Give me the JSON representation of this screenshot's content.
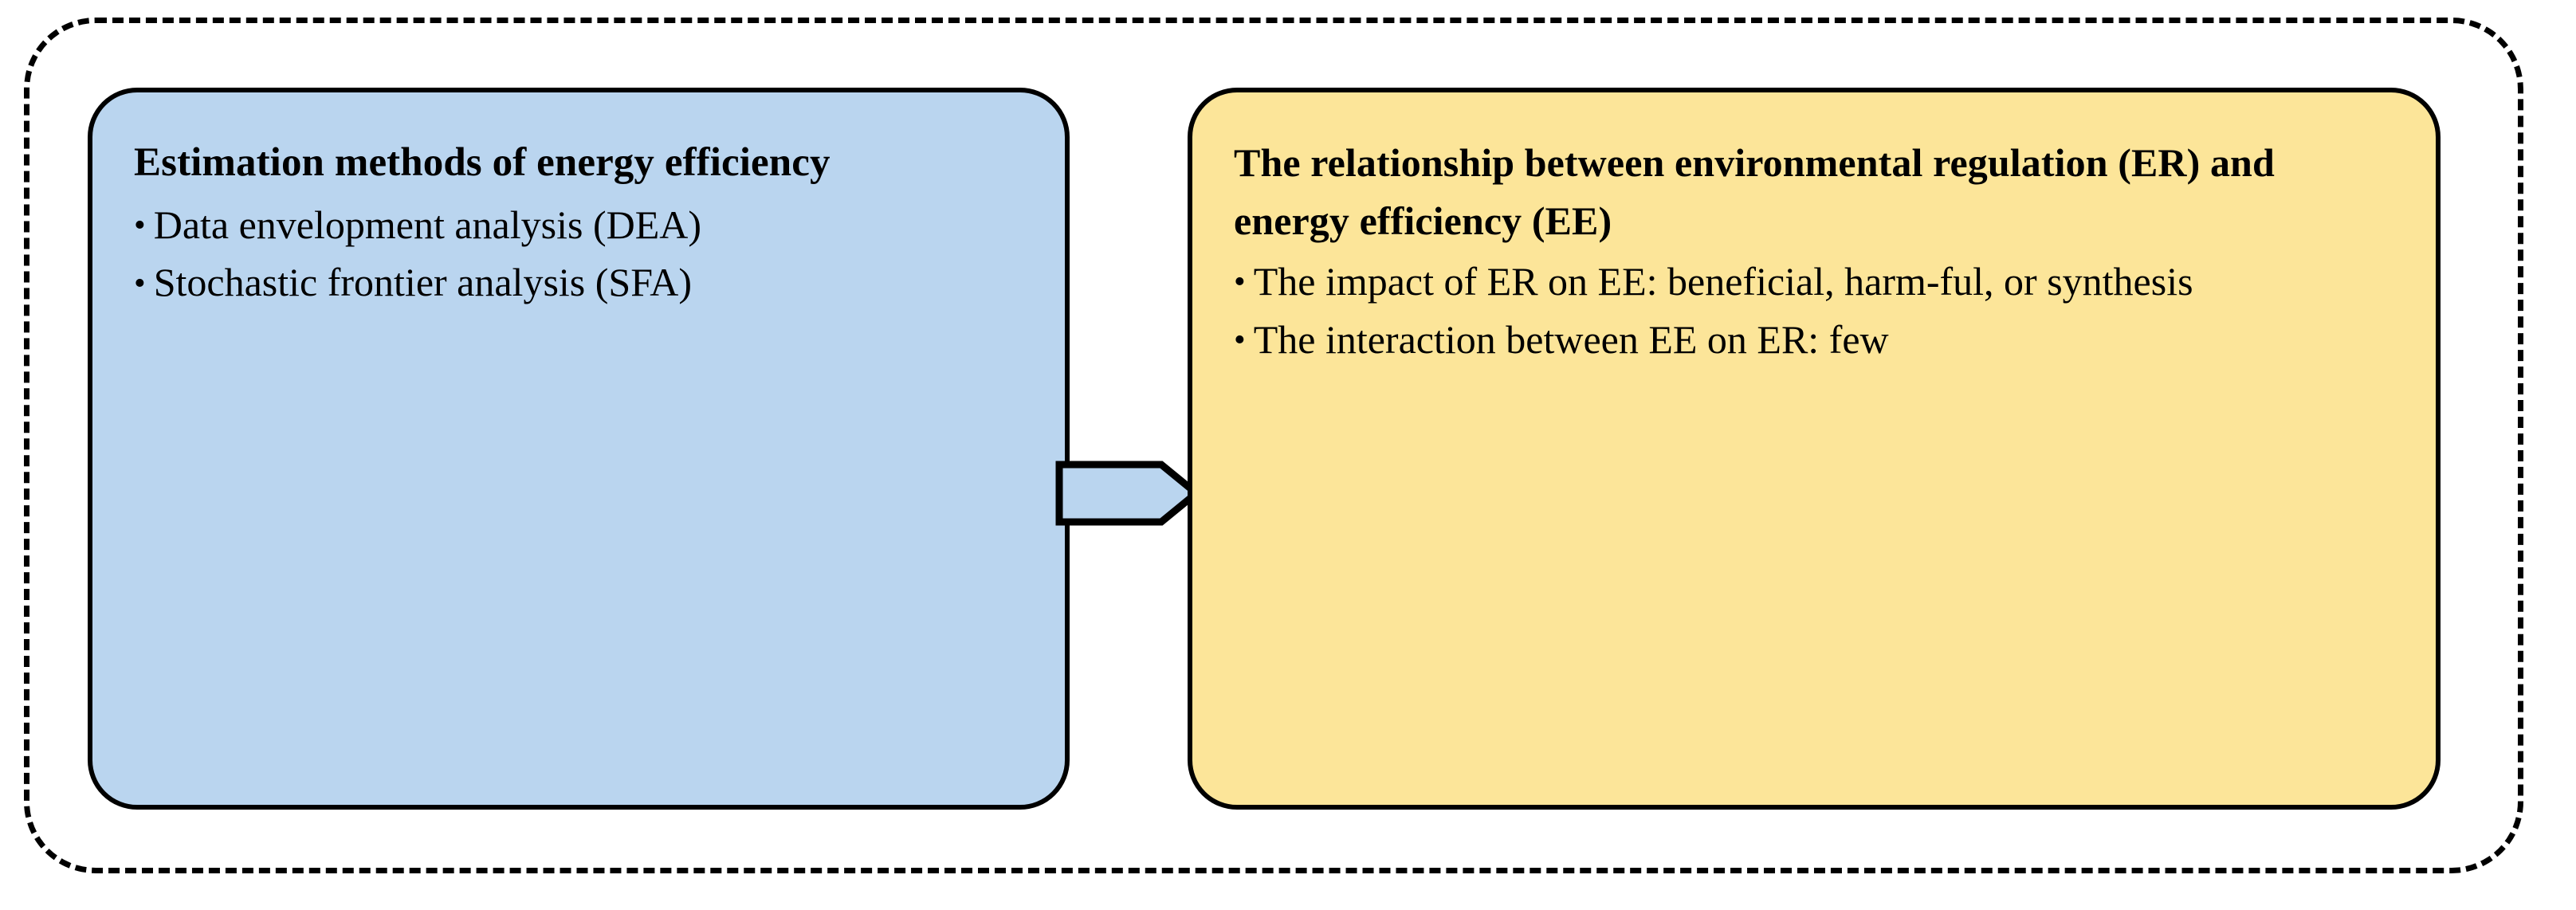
{
  "diagram": {
    "type": "two-node-flow",
    "outer_container": {
      "name": "dashed-grouping-frame",
      "border_style": "dashed",
      "border_color": "#000000"
    },
    "colors": {
      "left_box_fill": "#BAD5EF",
      "right_box_fill": "#FCE599",
      "outline": "#000000",
      "arrow_fill": "#BAD5EF",
      "background": "#FFFFFF"
    },
    "nodes": [
      {
        "id": "estimation-methods",
        "title": "Estimation methods of energy efficiency",
        "fill": "#BAD5EF",
        "bullets": [
          "Data envelopment analysis (DEA)",
          "Stochastic frontier analysis (SFA)"
        ]
      },
      {
        "id": "er-ee-relationship",
        "title": "The relationship between environmental regulation (ER) and energy efficiency (EE)",
        "fill": "#FCE599",
        "bullets": [
          "The impact of ER on EE: beneficial, harm-ful, or synthesis",
          "The interaction between EE on ER: few"
        ]
      }
    ],
    "connector": {
      "name": "right-arrow",
      "from": "estimation-methods",
      "to": "er-ee-relationship",
      "direction": "right",
      "fill": "#BAD5EF"
    },
    "bullet_glyph": "•"
  }
}
